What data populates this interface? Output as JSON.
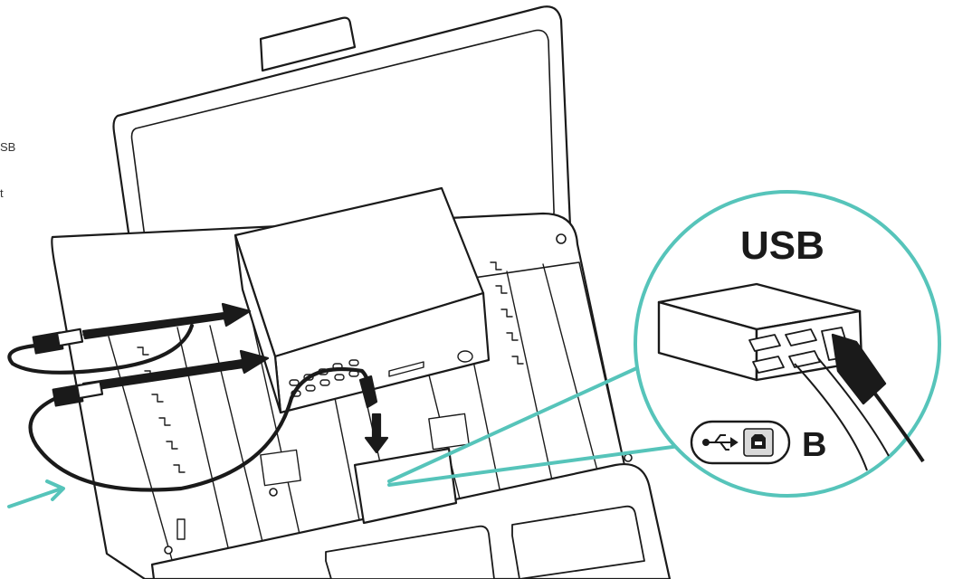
{
  "page": {
    "side_fragment_1": "SB",
    "side_fragment_2": "t"
  },
  "callout": {
    "usb_label": "USB",
    "port_label": "B",
    "usb_symbol_icon": "usb-trident-icon",
    "port_b_icon": "usb-type-b-port-icon"
  },
  "colors": {
    "accent": "#56c4ba",
    "line": "#1a1a1a",
    "paper": "#ffffff"
  }
}
